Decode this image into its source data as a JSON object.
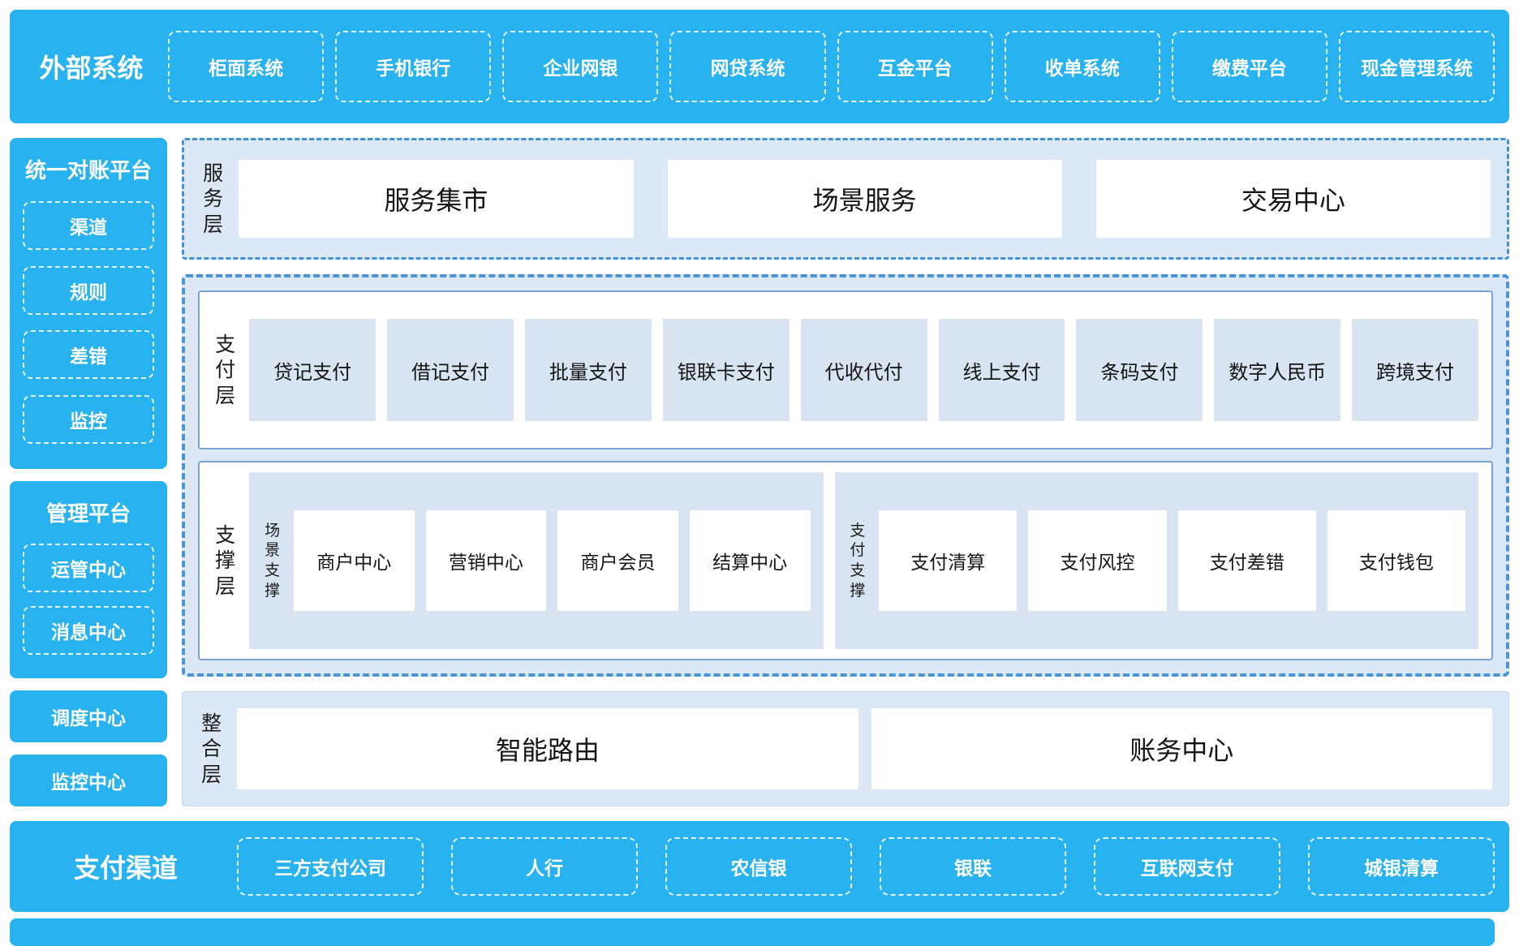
{
  "colors": {
    "accent_blue": "#28b2f0",
    "panel_blue": "#dce8f5",
    "item_blue": "#d8e4f1",
    "dashed_border_blue": "#4a94d8",
    "solid_border_blue": "#7aa3d4",
    "text_dark": "#141414",
    "text_white": "#ffffff"
  },
  "external_systems": {
    "title": "外部系统",
    "items": [
      "柜面系统",
      "手机银行",
      "企业网银",
      "网贷系统",
      "互金平台",
      "收单系统",
      "缴费平台",
      "现金管理系统"
    ]
  },
  "sidebar": {
    "reconciliation": {
      "title": "统一对账平台",
      "items": [
        "渠道",
        "规则",
        "差错",
        "监控"
      ]
    },
    "management": {
      "title": "管理平台",
      "items": [
        "运管中心",
        "消息中心"
      ]
    },
    "scheduling_center": "调度中心",
    "monitoring_center": "监控中心"
  },
  "service_layer": {
    "label": "服务层",
    "items": [
      "服务集市",
      "场景服务",
      "交易中心"
    ]
  },
  "payment_layer": {
    "label": "支付层",
    "items": [
      "贷记支付",
      "借记支付",
      "批量支付",
      "银联卡支付",
      "代收代付",
      "线上支付",
      "条码支付",
      "数字人民币",
      "跨境支付"
    ]
  },
  "support_layer": {
    "label": "支撑层",
    "groups": [
      {
        "label": "场景支撑",
        "items": [
          "商户中心",
          "营销中心",
          "商户会员",
          "结算中心"
        ]
      },
      {
        "label": "支付支撑",
        "items": [
          "支付清算",
          "支付风控",
          "支付差错",
          "支付钱包"
        ]
      }
    ]
  },
  "integration_layer": {
    "label": "整合层",
    "items": [
      "智能路由",
      "账务中心"
    ]
  },
  "payment_channels": {
    "title": "支付渠道",
    "items": [
      "三方支付公司",
      "人行",
      "农信银",
      "银联",
      "互联网支付",
      "城银清算"
    ]
  }
}
